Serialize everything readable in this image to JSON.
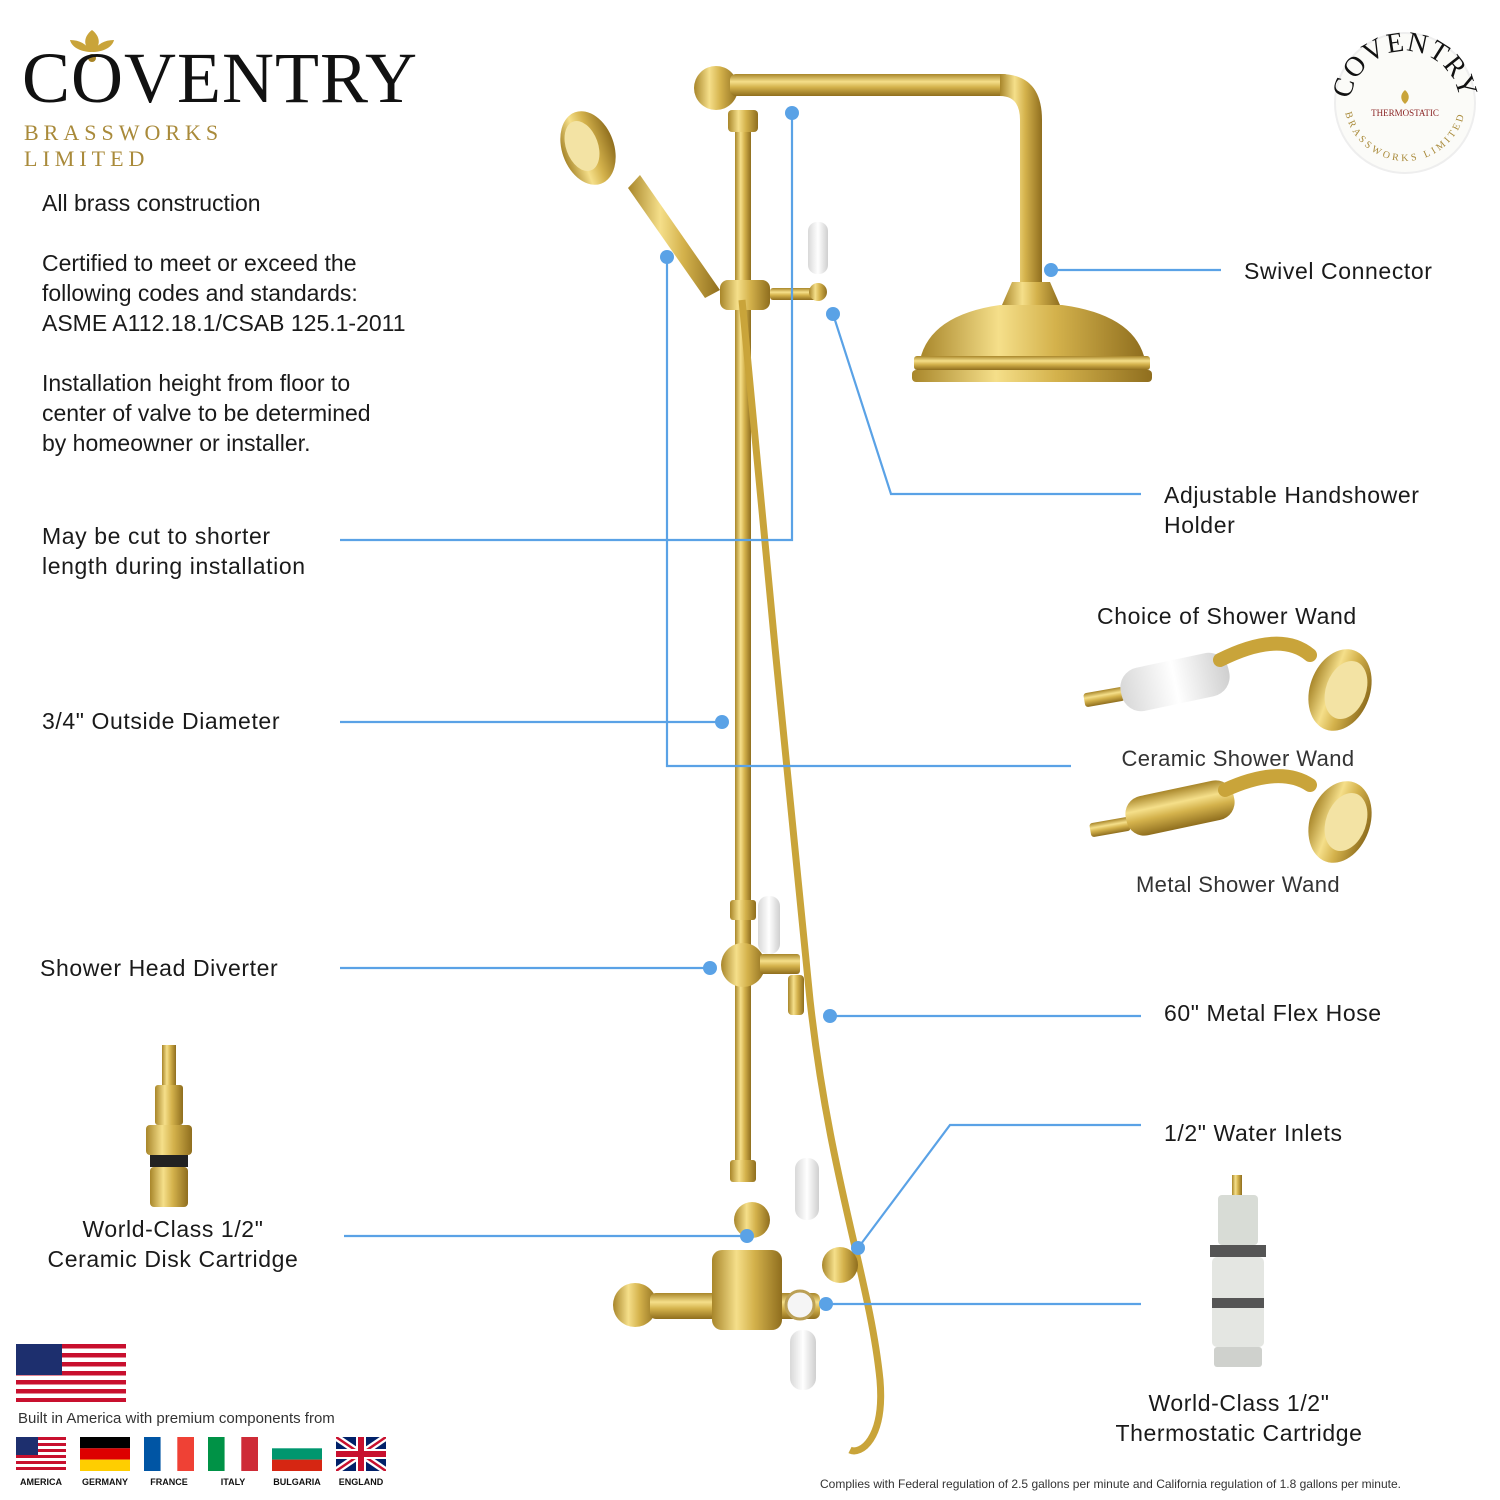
{
  "brand": {
    "name": "COVENTRY",
    "subtitle": "BRASSWORKS LIMITED",
    "badge_top": "COVENTRY",
    "badge_middle": "THERMOSTATIC",
    "badge_bottom": "BRASSWORKS LIMITED"
  },
  "intro": {
    "line1": "All brass construction",
    "para2": [
      "Certified to meet or exceed the",
      "following codes and standards:",
      "ASME A112.18.1/CSAB 125.1-2011"
    ],
    "para3": [
      "Installation height from floor to",
      "center of valve to be determined",
      "by homeowner or installer."
    ]
  },
  "left_callouts": {
    "cut": [
      "May be cut to shorter",
      "length during installation"
    ],
    "diameter": "3/4\" Outside Diameter",
    "diverter": "Shower Head Diverter",
    "ceramic_cartridge": [
      "World-Class 1/2\"",
      "Ceramic Disk Cartridge"
    ]
  },
  "right_callouts": {
    "swivel": "Swivel Connector",
    "holder": [
      "Adjustable Handshower",
      "Holder"
    ],
    "wand_choice": "Choice of Shower Wand",
    "ceramic_wand": "Ceramic Shower Wand",
    "metal_wand": "Metal Shower Wand",
    "hose": "60\" Metal Flex Hose",
    "inlets": "1/2\" Water Inlets",
    "thermo_cartridge": [
      "World-Class 1/2\"",
      "Thermostatic Cartridge"
    ]
  },
  "origin": {
    "built_text": "Built in America with premium components from",
    "flags": [
      "AMERICA",
      "GERMANY",
      "FRANCE",
      "ITALY",
      "BULGARIA",
      "ENGLAND"
    ]
  },
  "footer": "Complies with Federal regulation of 2.5 gallons per minute and California regulation of 1.8 gallons per minute.",
  "colors": {
    "leader": "#5aa2e6",
    "brass": "#d4b24c",
    "brass_dark": "#a8862a",
    "brand_gold": "#a98a3a"
  }
}
